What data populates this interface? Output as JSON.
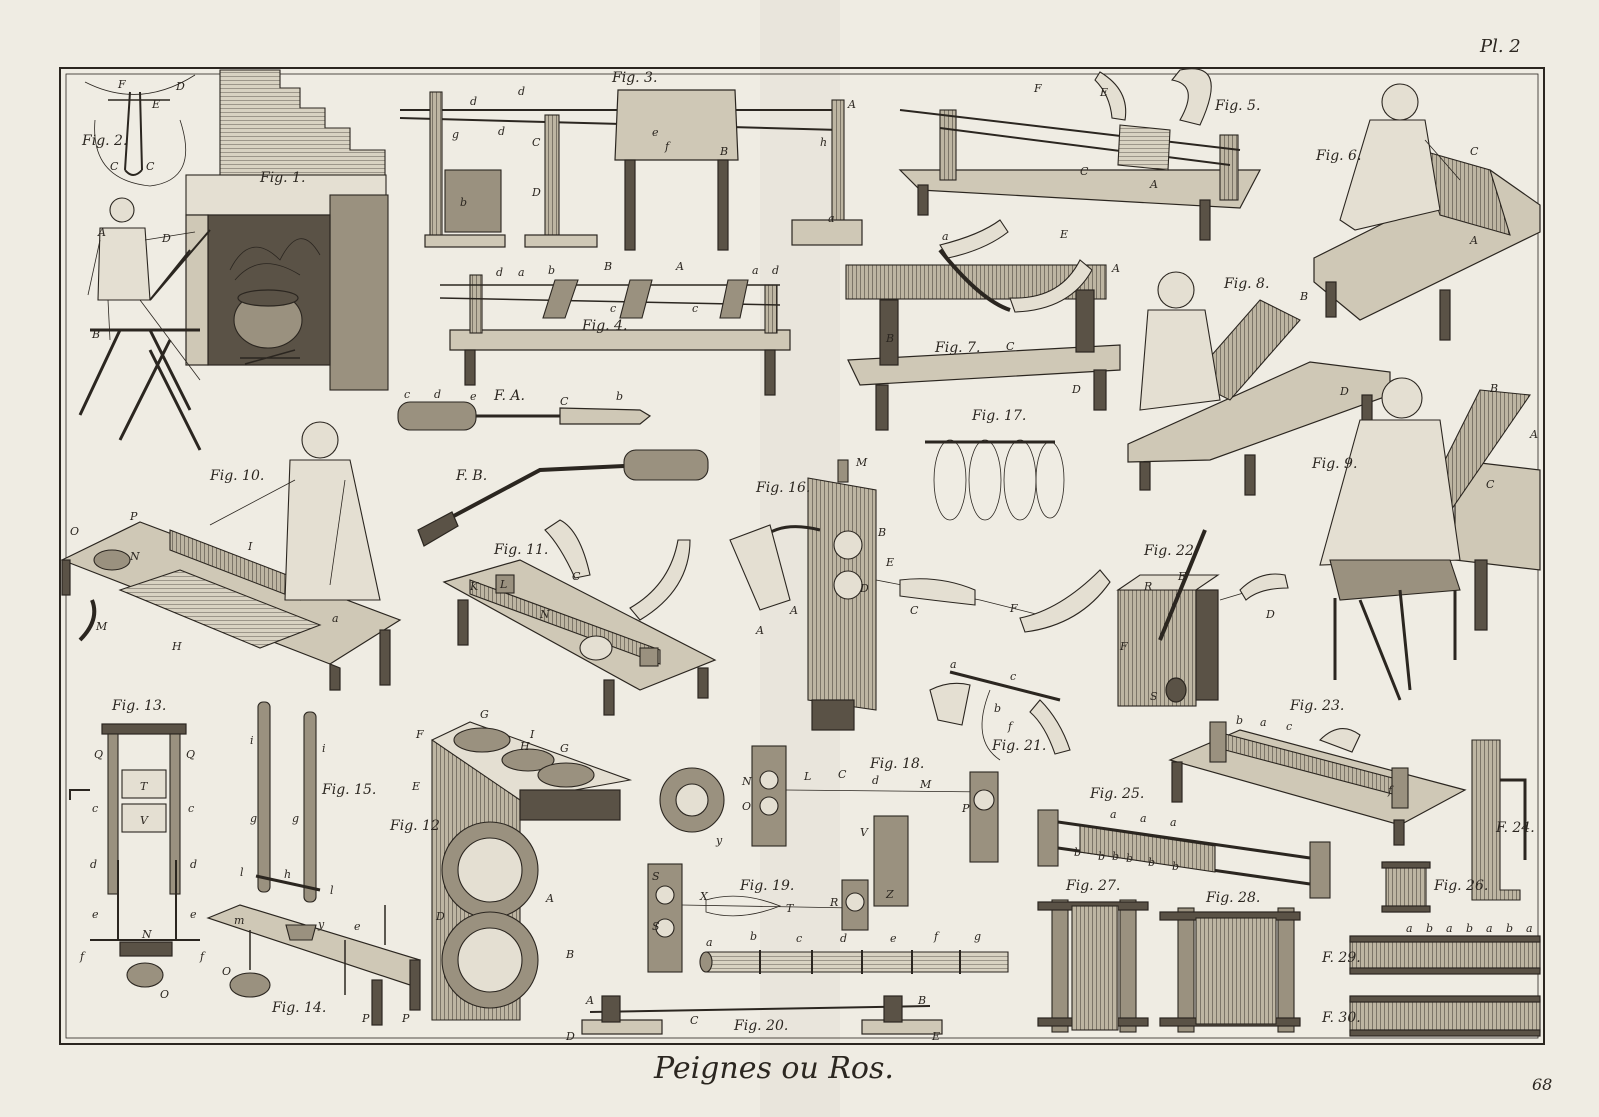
{
  "plate_number": "Pl. 2",
  "page_number": "68",
  "title": "Peignes ou Ros.",
  "colors": {
    "paper": "#efece3",
    "ink": "#2b2620",
    "wood_light": "#cfc8b6",
    "wood_dark": "#5a5246"
  },
  "figures": [
    {
      "label": "Fig. 1.",
      "letters": [
        "A",
        "B",
        "D"
      ]
    },
    {
      "label": "Fig. 2.",
      "letters": [
        "F",
        "D",
        "E",
        "C",
        "C"
      ]
    },
    {
      "label": "Fig. 3.",
      "letters": [
        "d",
        "d",
        "g",
        "d",
        "h",
        "A",
        "C",
        "D",
        "b",
        "e",
        "f",
        "B",
        "a"
      ]
    },
    {
      "label": "Fig. 4.",
      "letters": [
        "d",
        "a",
        "b",
        "B",
        "A",
        "a",
        "d",
        "c",
        "c"
      ]
    },
    {
      "label": "Fig. 5.",
      "letters": [
        "F",
        "E",
        "C",
        "A"
      ]
    },
    {
      "label": "Fig. 6.",
      "letters": [
        "C",
        "A"
      ]
    },
    {
      "label": "Fig. 7.",
      "letters": [
        "a",
        "E",
        "A",
        "B",
        "C",
        "D"
      ]
    },
    {
      "label": "Fig. 8.",
      "letters": [
        "B",
        "D"
      ]
    },
    {
      "label": "Fig. 9.",
      "letters": [
        "B",
        "A",
        "C"
      ]
    },
    {
      "label": "Fig. 10.",
      "letters": [
        "O",
        "P",
        "N",
        "I",
        "H",
        "M",
        "a"
      ]
    },
    {
      "label": "Fig. 11.",
      "letters": [
        "K",
        "L",
        "N",
        "C"
      ]
    },
    {
      "label": "Fig. 12",
      "letters": [
        "F",
        "E",
        "G",
        "H",
        "I",
        "G",
        "A",
        "D",
        "B"
      ]
    },
    {
      "label": "Fig. 13.",
      "letters": [
        "Q",
        "Q",
        "T",
        "V",
        "c",
        "c",
        "d",
        "d",
        "e",
        "e",
        "N",
        "f",
        "f",
        "O"
      ]
    },
    {
      "label": "Fig. 14.",
      "letters": [
        "m",
        "y",
        "e",
        "O",
        "P",
        "P"
      ]
    },
    {
      "label": "Fig. 15.",
      "letters": [
        "i",
        "i",
        "g",
        "g",
        "l",
        "h",
        "l"
      ]
    },
    {
      "label": "Fig. 16.",
      "letters": [
        "M",
        "B",
        "E",
        "D",
        "A",
        "A"
      ]
    },
    {
      "label": "Fig. 17."
    },
    {
      "label": "Fig. 18.",
      "letters": [
        "N",
        "O",
        "L",
        "C",
        "d",
        "M",
        "P",
        "V",
        "y"
      ]
    },
    {
      "label": "Fig. 19.",
      "letters": [
        "S",
        "S",
        "X",
        "T",
        "R",
        "Z"
      ]
    },
    {
      "label": "Fig. 20.",
      "letters": [
        "A",
        "B",
        "C",
        "D",
        "E"
      ]
    },
    {
      "label": "Fig. 21.",
      "letters": [
        "a",
        "c",
        "b",
        "f"
      ]
    },
    {
      "label": "Fig. 22.",
      "letters": [
        "R",
        "E",
        "F",
        "S",
        "D"
      ]
    },
    {
      "label": "Fig. 23.",
      "letters": [
        "b",
        "a",
        "c",
        "f"
      ]
    },
    {
      "label": "Fig. 25.",
      "letters": [
        "a",
        "a",
        "a",
        "b",
        "b",
        "b",
        "b",
        "b",
        "b"
      ]
    },
    {
      "label": "Fig. 26."
    },
    {
      "label": "Fig. 27."
    },
    {
      "label": "Fig. 28."
    },
    {
      "label": "F. 24."
    },
    {
      "label": "F. 29.",
      "letters": [
        "a",
        "b",
        "a",
        "b",
        "a",
        "b",
        "a"
      ]
    },
    {
      "label": "F. 30."
    }
  ],
  "tools": [
    {
      "label": "F. A.",
      "letters": [
        "c",
        "d",
        "e",
        "C",
        "b"
      ]
    },
    {
      "label": "F. B."
    }
  ],
  "reed_letters": [
    "a",
    "b",
    "c",
    "d",
    "e",
    "f",
    "g"
  ],
  "extra_letters": {
    "fig16_C": "C",
    "fig16_F": "F"
  }
}
